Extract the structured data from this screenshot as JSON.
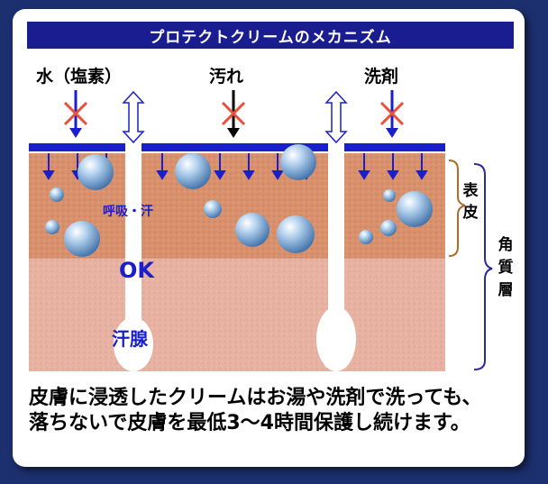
{
  "title": "プロテクトクリームのメカニズム",
  "top_labels": {
    "water": "水（塩素）",
    "dirt": "汚れ",
    "detergent": "洗剤"
  },
  "inner_labels": {
    "breath": "呼吸・汗",
    "ok": "OK",
    "sweat_gland": "汗腺"
  },
  "side_labels": {
    "epidermis": [
      "表",
      "皮"
    ],
    "stratum_corneum": [
      "角",
      "質",
      "層"
    ]
  },
  "caption": {
    "line1": "皮膚に浸透したクリームはお湯や洗剤で洗っても、",
    "line2": "落ちないで皮膚を最低3〜4時間保護し続けます。"
  },
  "colors": {
    "background": "#1c2f6e",
    "title_bar": "#1a1d8f",
    "cream_layer": "#1a1fcc",
    "epidermis": "#d9906c",
    "dermis": "#e8b2a2",
    "arrow_blue": "#1a1fcc",
    "cross_red": "#e8503a",
    "bracket_orange": "#b06a2a",
    "bracket_blue": "#2a2a9a"
  }
}
